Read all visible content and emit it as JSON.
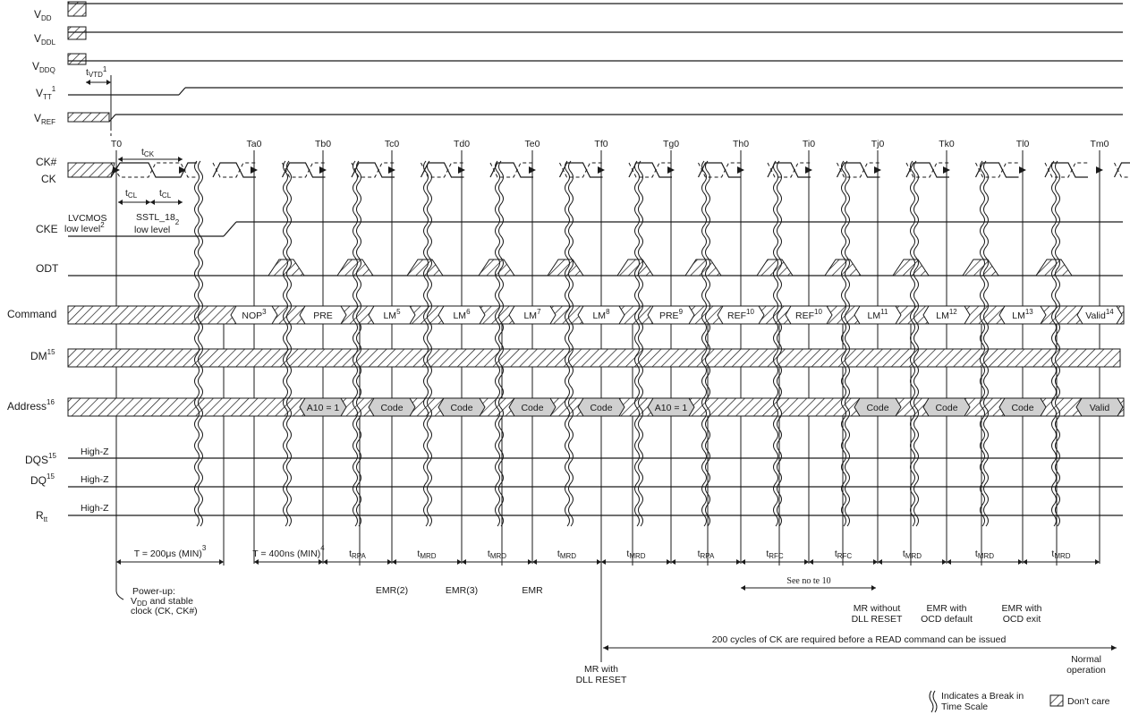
{
  "signals": {
    "vdd": {
      "base": "V",
      "sub": "DD"
    },
    "vddl": {
      "base": "V",
      "sub": "DDL"
    },
    "vddq": {
      "base": "V",
      "sub": "DDQ"
    },
    "vtt": {
      "base": "V",
      "sub": "TT",
      "sup": "1"
    },
    "vref": {
      "base": "V",
      "sub": "REF"
    },
    "ckn": "CK#",
    "ck": "CK",
    "cke": "CKE",
    "odt": "ODT",
    "command": "Command",
    "dm": {
      "base": "DM",
      "sup": "15"
    },
    "address": {
      "base": "Address",
      "sup": "16"
    },
    "dqs": {
      "base": "DQS",
      "sup": "15"
    },
    "dq": {
      "base": "DQ",
      "sup": "15"
    },
    "rtt": {
      "base": "R",
      "sub": "tt"
    }
  },
  "tvtd": {
    "base": "t",
    "sub": "VTD",
    "sup": "1"
  },
  "tck": {
    "base": "t",
    "sub": "CK"
  },
  "tcl": {
    "base": "t",
    "sub": "CL"
  },
  "time_labels": [
    "T0",
    "Ta0",
    "Tb0",
    "Tc0",
    "Td0",
    "Te0",
    "Tf0",
    "Tg0",
    "Th0",
    "Ti0",
    "Tj0",
    "Tk0",
    "Tl0",
    "Tm0"
  ],
  "cke_lvcmos": {
    "line1": "LVCMOS",
    "line2": "low level",
    "sup": "2"
  },
  "cke_sstl": {
    "line1": "SSTL_18",
    "line2": "low level",
    "sup": "2"
  },
  "high_z": "High-Z",
  "commands": [
    {
      "text": "NOP",
      "sup": "3"
    },
    {
      "text": "PRE",
      "sup": ""
    },
    {
      "text": "LM",
      "sup": "5"
    },
    {
      "text": "LM",
      "sup": "6"
    },
    {
      "text": "LM",
      "sup": "7"
    },
    {
      "text": "LM",
      "sup": "8"
    },
    {
      "text": "PRE",
      "sup": "9"
    },
    {
      "text": "REF",
      "sup": "10"
    },
    {
      "text": "REF",
      "sup": "10"
    },
    {
      "text": "LM",
      "sup": "11"
    },
    {
      "text": "LM",
      "sup": "12"
    },
    {
      "text": "LM",
      "sup": "13"
    },
    {
      "text": "Valid",
      "sup": "14"
    }
  ],
  "addresses": [
    "A10 = 1",
    "Code",
    "Code",
    "Code",
    "Code",
    "A10 = 1",
    "Code",
    "Code",
    "Code",
    "Valid"
  ],
  "intervals": [
    {
      "base": "T = 200μs (MIN)",
      "sub": "",
      "sup": "3"
    },
    {
      "base": "T = 400ns (MIN)",
      "sub": "",
      "sup": "4"
    },
    {
      "base": "t",
      "sub": "RPA",
      "sup": ""
    },
    {
      "base": "t",
      "sub": "MRD",
      "sup": ""
    },
    {
      "base": "t",
      "sub": "MRD",
      "sup": ""
    },
    {
      "base": "t",
      "sub": "MRD",
      "sup": ""
    },
    {
      "base": "t",
      "sub": "MRD",
      "sup": ""
    },
    {
      "base": "t",
      "sub": "RPA",
      "sup": ""
    },
    {
      "base": "t",
      "sub": "RFC",
      "sup": ""
    },
    {
      "base": "t",
      "sub": "RFC",
      "sup": ""
    },
    {
      "base": "t",
      "sub": "MRD",
      "sup": ""
    },
    {
      "base": "t",
      "sub": "MRD",
      "sup": ""
    },
    {
      "base": "t",
      "sub": "MRD",
      "sup": ""
    }
  ],
  "emr_labels": [
    "EMR(2)",
    "EMR(3)",
    "EMR"
  ],
  "see_note": "See no te 10",
  "powerup": {
    "line1": "Power-up:",
    "line2a": "V",
    "line2sub": "DD",
    "line2b": " and stable",
    "line3": "clock (CK, CK#)"
  },
  "mr_without": {
    "line1": "MR without",
    "line2": "DLL RESET"
  },
  "emr_ocd_default": {
    "line1": "EMR with",
    "line2": "OCD default"
  },
  "emr_ocd_exit": {
    "line1": "EMR with",
    "line2": "OCD exit"
  },
  "cycles_note": "200 cycles of CK are required before a READ command can be issued",
  "mr_with": {
    "line1": "MR with",
    "line2": "DLL RESET"
  },
  "normal": {
    "line1": "Normal",
    "line2": "operation"
  },
  "legend": {
    "break_line1": "Indicates a Break in",
    "break_line2": "Time Scale",
    "dont_care": "Don't care"
  }
}
